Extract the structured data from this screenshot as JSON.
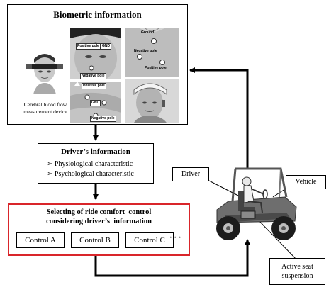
{
  "biometric": {
    "title": "Biometric information",
    "device_caption_line1": "Cerebral blood flow",
    "device_caption_line2": "measurement device",
    "photo_labels": {
      "positive_pole_a": "Positive pole",
      "gnd_a": "GND",
      "negative_pole_a": "Negative pole",
      "ground_b": "Ground",
      "negative_pole_b": "Negative pole",
      "positive_pole_b": "Positive pole",
      "positive_pole_c": "Positive pole",
      "gnd_c": "GND",
      "negative_pole_c": "Negative pole"
    }
  },
  "driver_info": {
    "title": "Driver’s information",
    "items": [
      "Physiological characteristic",
      "Psychological characteristic"
    ],
    "bullet": "➢"
  },
  "selection": {
    "title_line1": "Selecting of ride comfort  control",
    "title_line2": "considering driver’s  information",
    "border_color": "#d9252a",
    "controls": [
      "Control A",
      "Control B",
      "Control C"
    ],
    "ellipsis": "· · ·"
  },
  "vehicle": {
    "driver_label": "Driver",
    "vehicle_label": "Vehicle",
    "suspension_line1": "Active seat",
    "suspension_line2": "suspension"
  }
}
